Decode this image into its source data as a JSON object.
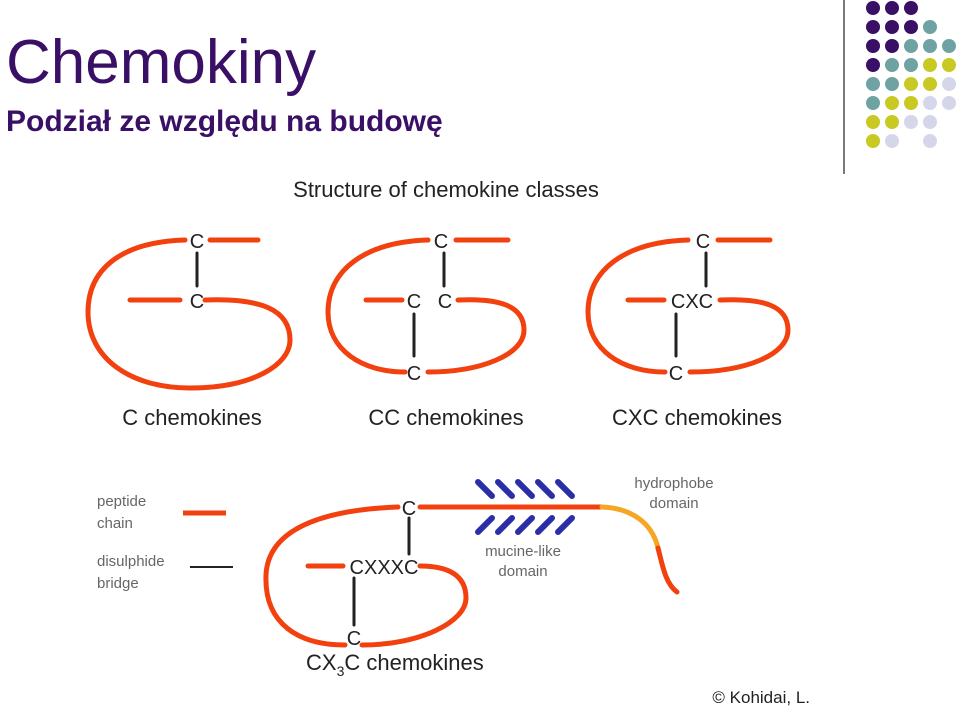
{
  "header": {
    "title": "Chemokiny",
    "subtitle": "Podział ze względu na budowę"
  },
  "figure": {
    "heading": "Structure of chemokine classes",
    "classes": [
      {
        "label": "C chemokines",
        "residues": [
          "C",
          "C"
        ]
      },
      {
        "label": "CC chemokines",
        "residues": [
          "C",
          "C",
          "C",
          "C"
        ]
      },
      {
        "label": "CXC chemokines",
        "residues": [
          "C",
          "CXC",
          "C"
        ]
      }
    ],
    "cx3c": {
      "label_prefix": "CX",
      "label_sub": "3",
      "label_suffix": "C chemokines",
      "residues": [
        "C",
        "CXXXC",
        "C"
      ],
      "mucine_label_1": "mucine-like",
      "mucine_label_2": "domain",
      "hydro_label_1": "hydrophobe",
      "hydro_label_2": "domain"
    },
    "legend": {
      "peptide_1": "peptide",
      "peptide_2": "chain",
      "bridge_1": "disulphide",
      "bridge_2": "bridge"
    },
    "copyright": "© Kohidai, L.",
    "colors": {
      "chain": "#f2410f",
      "bridge": "#222222",
      "mucine": "#2a2fa8",
      "hydrophobe": "#f5a623",
      "title": "#3a0f66",
      "dot_purple": "#3a0f66",
      "dot_teal": "#6fa3a3",
      "dot_yellow": "#c9c923",
      "dot_lavender": "#d6d6ea"
    }
  }
}
